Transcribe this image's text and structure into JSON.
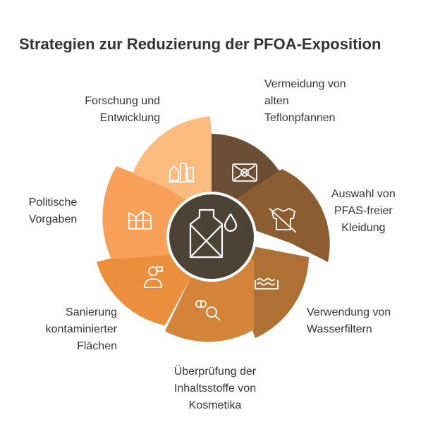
{
  "title": "Strategien zur Reduzierung der PFOA-Exposition",
  "center": {
    "icon": "pfoa-canister-icon",
    "color": "#4d4236"
  },
  "segments": [
    {
      "id": "teflon",
      "icon": "no-pan-icon",
      "color": "#6b4e35",
      "lines": [
        "Vermeidung von",
        "alten",
        "Teflonpfannen"
      ]
    },
    {
      "id": "clothing",
      "icon": "no-clothing-icon",
      "color": "#8c5d31",
      "lines": [
        "Auswahl von",
        "PFAS-freier",
        "Kleidung"
      ]
    },
    {
      "id": "water",
      "icon": "water-icon",
      "color": "#ad7035",
      "lines": [
        "Verwendung von",
        "Wasserfiltern"
      ]
    },
    {
      "id": "cosmetics",
      "icon": "cosmetics-search-icon",
      "color": "#d3843a",
      "lines": [
        "Überprüfung der",
        "Inhaltsstoffe von",
        "Kosmetika"
      ]
    },
    {
      "id": "remediation",
      "icon": "worker-icon",
      "color": "#ec8f3c",
      "lines": [
        "Sanierung",
        "kontaminierter",
        "Flächen"
      ]
    },
    {
      "id": "policy",
      "icon": "policy-chart-icon",
      "color": "#f8a05a",
      "lines": [
        "Politische",
        "Vorgaben"
      ]
    },
    {
      "id": "research",
      "icon": "research-icon",
      "color": "#fbbb7f",
      "lines": [
        "Forschung und",
        "Entwicklung"
      ]
    }
  ]
}
